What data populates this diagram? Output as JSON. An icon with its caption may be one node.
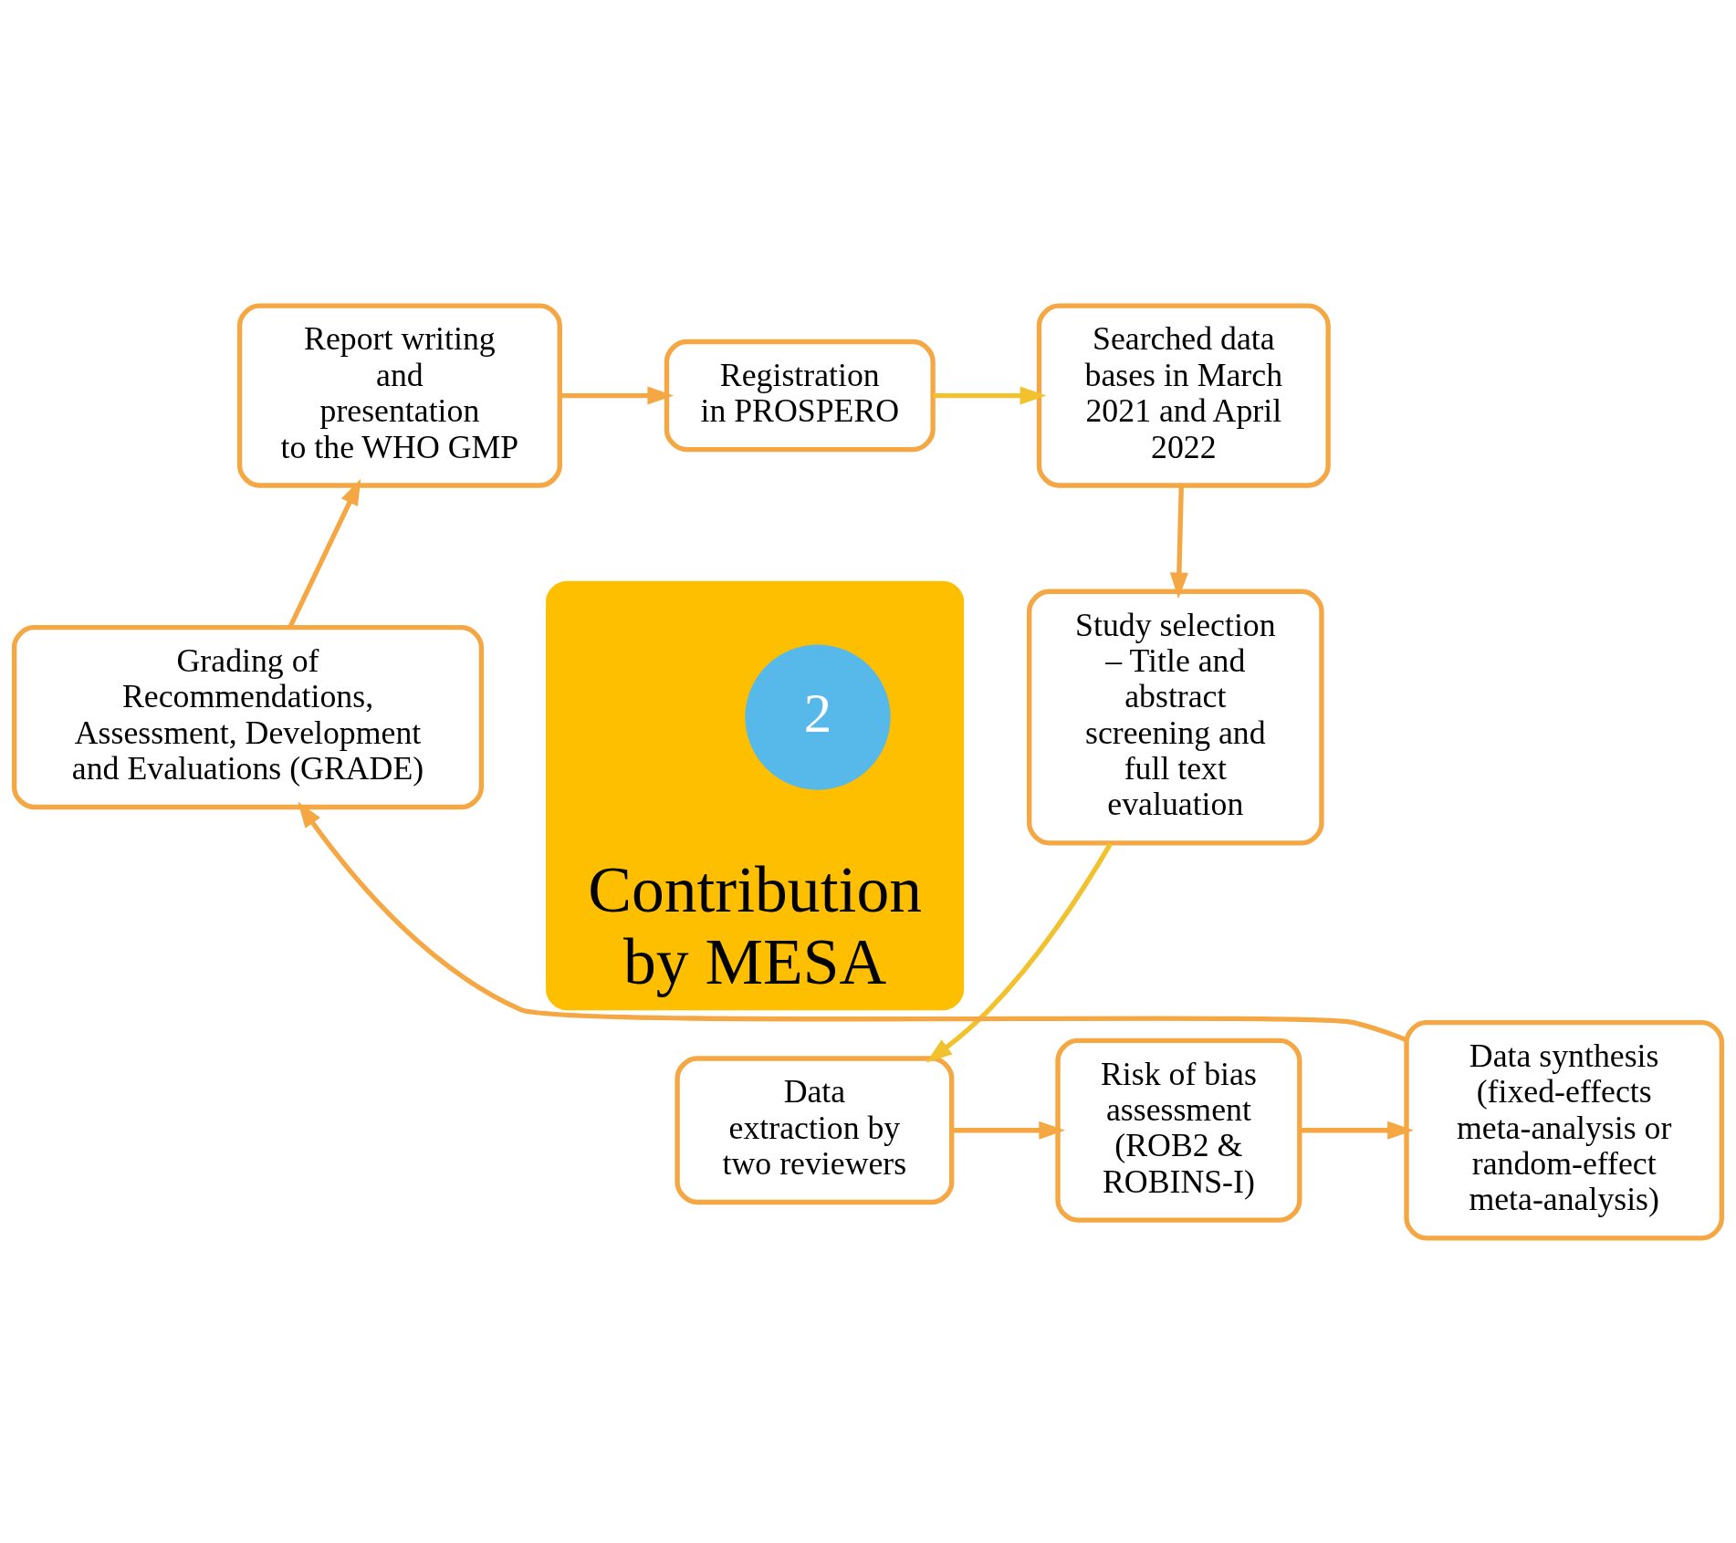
{
  "diagram": {
    "nodes": [
      {
        "text": [
          "Registration in PROSPERO"
        ]
      },
      {
        "text": [
          "Searched data bases in March 2021 and April 2022"
        ]
      },
      {
        "text": [
          "Study selection – Title and abstract screening and full text evaluation"
        ]
      },
      {
        "text": [
          "Data extraction by two reviewers"
        ]
      },
      {
        "text": [
          "Risk of bias assessment (ROB2 & ROBINS-I)"
        ]
      },
      {
        "text": [
          "Data synthesis (fixed-effects meta-analysis or random-effect meta-analysis)"
        ]
      },
      {
        "text": [
          "Grading of Recommendations, Assessment, Development and Evaluations (GRADE)"
        ]
      },
      {
        "text": [
          "Report writing and presentation to the WHO GMP"
        ]
      },
      {
        "text": [
          "Contribution by MESA"
        ]
      },
      {
        "text": [
          "2"
        ],
        "in": 8
      }
    ],
    "edges": [
      {
        "from": 0,
        "to": 1,
        "arrow": "to",
        "color": "#f2c12e"
      },
      {
        "from": 1,
        "to": 2,
        "arrow": "to"
      },
      {
        "from": 2,
        "to": 3,
        "arrow": "to",
        "color": "#f2c12e"
      },
      {
        "from": 3,
        "to": 4,
        "arrow": "to"
      },
      {
        "from": 4,
        "to": 5,
        "arrow": "to"
      },
      {
        "from": 5,
        "to": 6,
        "arrow": "to"
      },
      {
        "from": 6,
        "to": 7,
        "arrow": "to"
      },
      {
        "from": 7,
        "to": 0,
        "arrow": "to"
      }
    ]
  }
}
